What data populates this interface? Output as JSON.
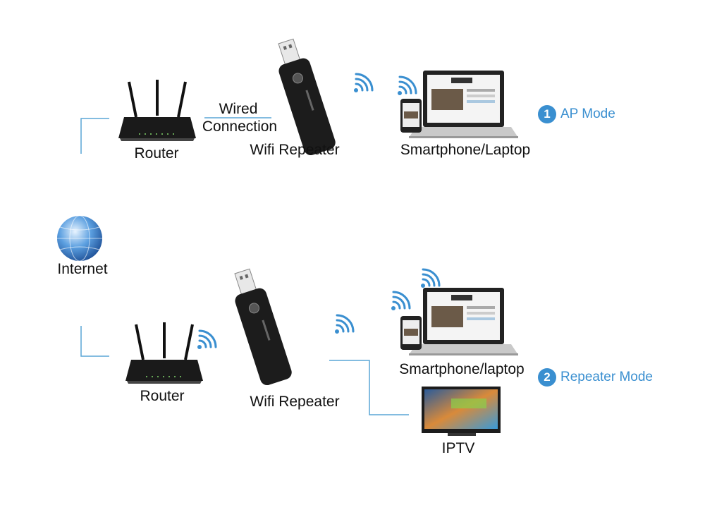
{
  "colors": {
    "accent": "#3a8fd0",
    "device": "#1a1a1a",
    "line": "#5aa6d6"
  },
  "internet": {
    "label": "Internet",
    "icon": "globe-icon"
  },
  "ap_mode": {
    "number": "1",
    "title": "AP Mode",
    "router_label": "Router",
    "link_label_1": "Wired",
    "link_label_2": "Connection",
    "repeater_label": "Wifi Repeater",
    "client_label": "Smartphone/Laptop"
  },
  "repeater_mode": {
    "number": "2",
    "title": "Repeater Mode",
    "router_label": "Router",
    "repeater_label": "Wifi Repeater",
    "client_label": "Smartphone/laptop",
    "tv_label": "IPTV"
  }
}
